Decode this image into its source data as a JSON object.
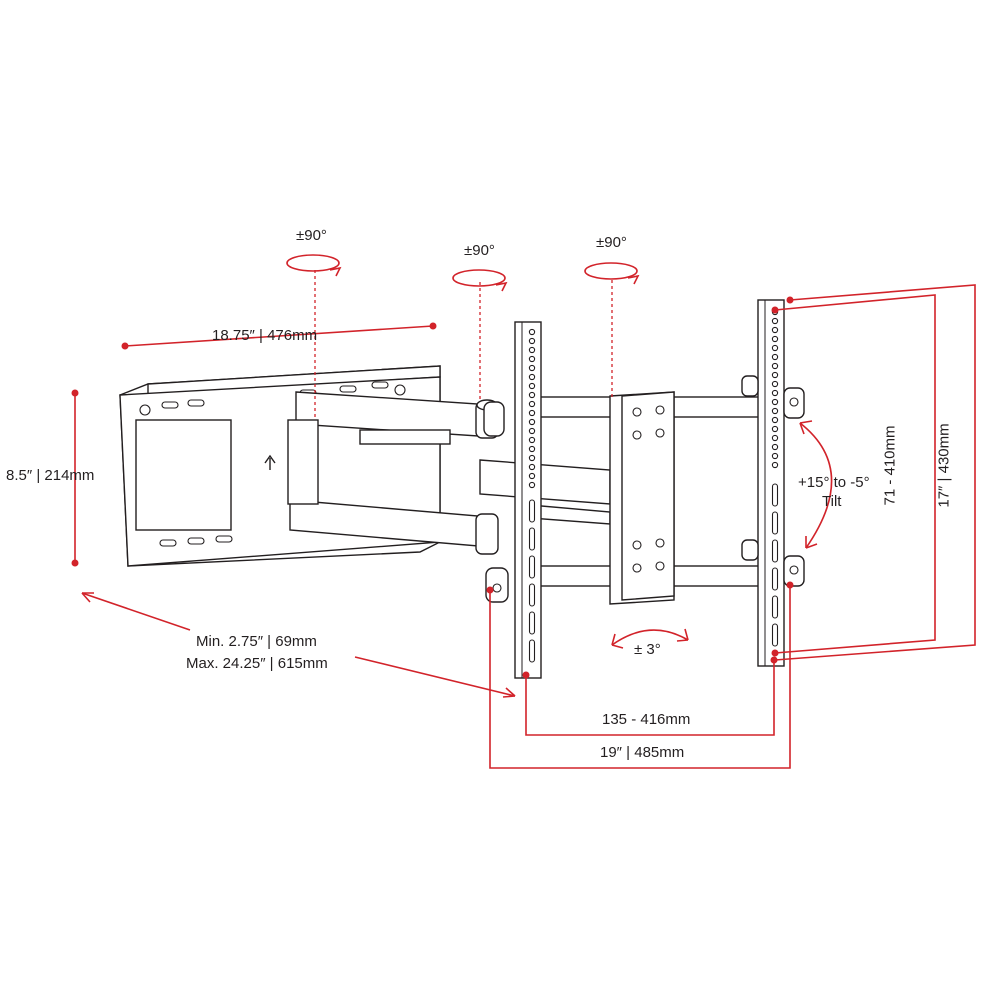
{
  "labels": {
    "swivel_1": "±90°",
    "swivel_2": "±90°",
    "swivel_3": "±90°",
    "arm_length": "18.75″ | 476mm",
    "wall_plate_height": "8.5″ | 214mm",
    "extension_min": "Min.  2.75″ | 69mm",
    "extension_max": "Max.  24.25″ | 615mm",
    "tilt_line_1": "+15° to -5°",
    "tilt_line_2": "Tilt",
    "rotation": "± 3°",
    "vesa_horizontal_slot": "135 - 416mm",
    "vesa_horizontal_total": "19″ | 485mm",
    "vesa_vertical_slot": "71 - 410mm",
    "vesa_vertical_total": "17″ | 430mm"
  },
  "colors": {
    "accent": "#d2232a",
    "line": "#231f20",
    "background": "#ffffff"
  }
}
